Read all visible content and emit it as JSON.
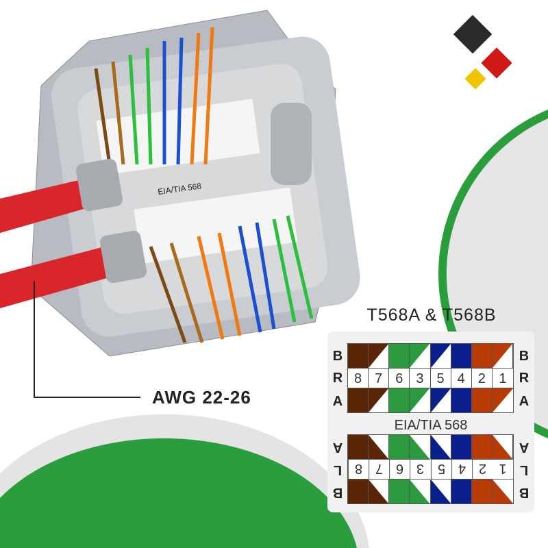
{
  "colors": {
    "brown": "#5a2607",
    "green": "#2b9a3e",
    "blue": "#0a1e8c",
    "orange": "#b83a05",
    "red": "#d9262a",
    "accent_green": "#2a9d3d"
  },
  "cable_label": "AWG 22-26",
  "diagram": {
    "title": "T568A & T568B",
    "standard": "EIA/TIA 568",
    "pins": [
      "8",
      "7",
      "6",
      "3",
      "5",
      "4",
      "2",
      "1"
    ],
    "top_rows": {
      "row1": "B",
      "row2": "R",
      "row3": "A"
    },
    "bottom_rows": {
      "row1": "A",
      "row2": "L",
      "row3": "B"
    },
    "pair_colors": [
      "brown",
      "brown",
      "green",
      "green",
      "blue",
      "blue",
      "orange",
      "orange"
    ],
    "solid": [
      true,
      false,
      true,
      false,
      false,
      true,
      true,
      false
    ]
  },
  "module_labels": {
    "upper": "EIA/TIA 568"
  }
}
